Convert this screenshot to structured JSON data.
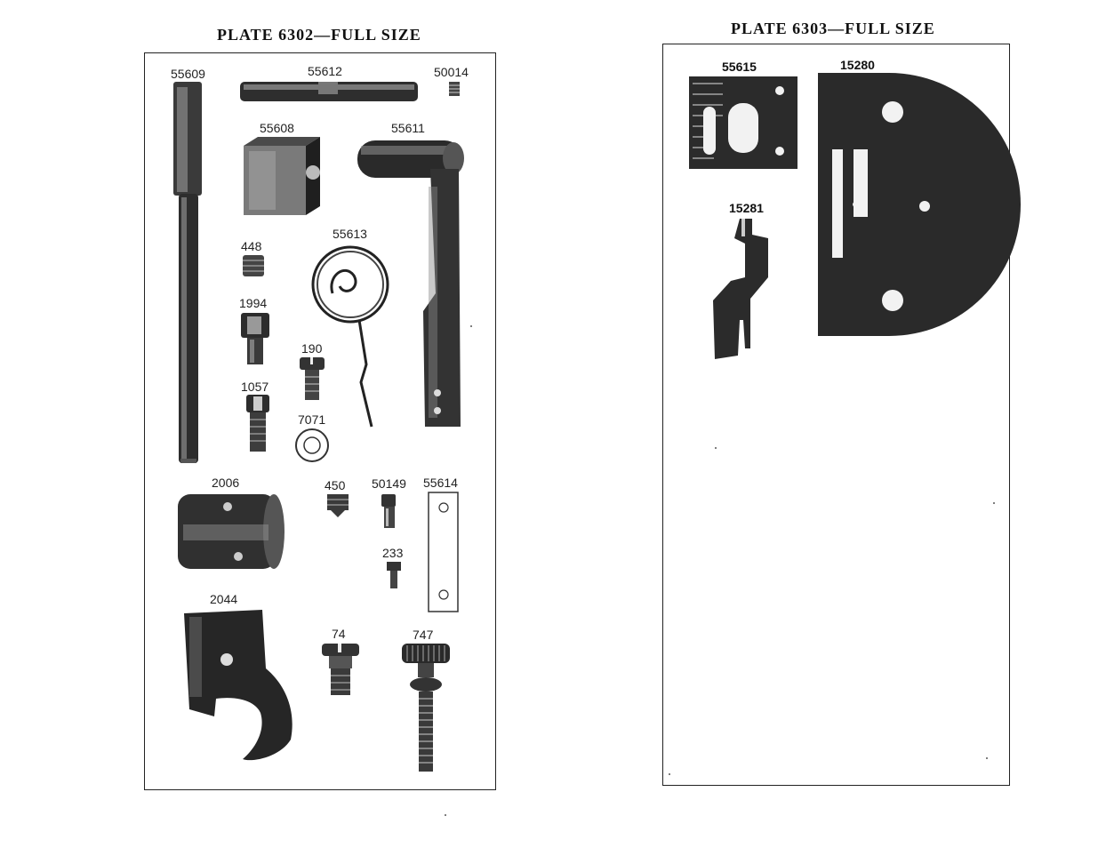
{
  "plates": [
    {
      "title": "PLATE 6302—FULL SIZE",
      "parts": [
        {
          "id": "p55609",
          "number": "55609"
        },
        {
          "id": "p55612",
          "number": "55612"
        },
        {
          "id": "p50014",
          "number": "50014"
        },
        {
          "id": "p55608",
          "number": "55608"
        },
        {
          "id": "p55611",
          "number": "55611"
        },
        {
          "id": "p448",
          "number": "448"
        },
        {
          "id": "p55613",
          "number": "55613"
        },
        {
          "id": "p1994",
          "number": "1994"
        },
        {
          "id": "p190",
          "number": "190"
        },
        {
          "id": "p1057",
          "number": "1057"
        },
        {
          "id": "p7071",
          "number": "7071"
        },
        {
          "id": "p2006",
          "number": "2006"
        },
        {
          "id": "p450",
          "number": "450"
        },
        {
          "id": "p50149",
          "number": "50149"
        },
        {
          "id": "p55614",
          "number": "55614"
        },
        {
          "id": "p233",
          "number": "233"
        },
        {
          "id": "p2044",
          "number": "2044"
        },
        {
          "id": "p74",
          "number": "74"
        },
        {
          "id": "p747",
          "number": "747"
        }
      ]
    },
    {
      "title": "PLATE 6303—FULL SIZE",
      "parts": [
        {
          "id": "p55615",
          "number": "55615"
        },
        {
          "id": "p15280",
          "number": "15280"
        },
        {
          "id": "p15281",
          "number": "15281"
        }
      ]
    }
  ]
}
